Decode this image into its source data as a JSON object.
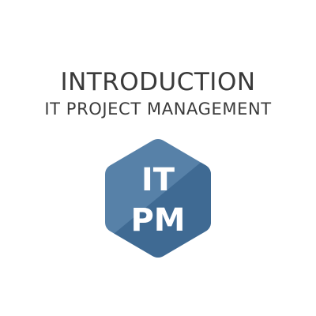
{
  "title": "INTRODUCTION",
  "subtitle": "IT PROJECT MANAGEMENT",
  "logo": {
    "icon": "hexagon-logo-icon",
    "line1": "IT",
    "line2": "PM",
    "colors": {
      "light": "#5781a8",
      "dark": "#3f6a93",
      "text": "#ffffff"
    }
  }
}
